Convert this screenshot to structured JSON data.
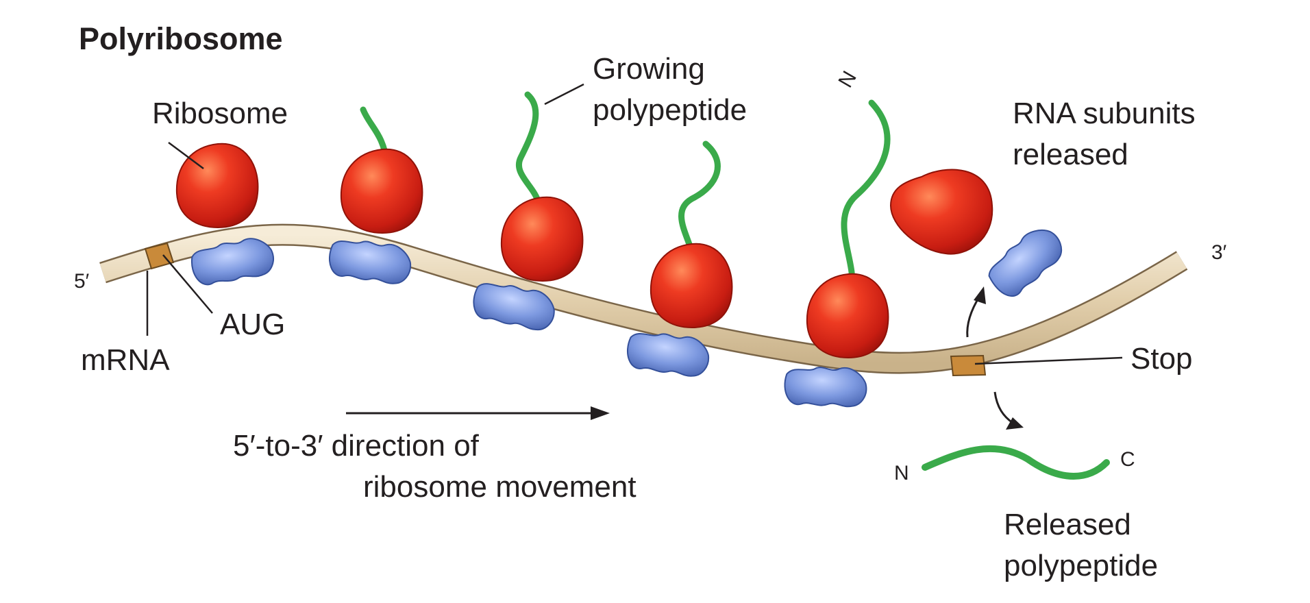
{
  "title": "Polyribosome",
  "labels": {
    "ribosome": "Ribosome",
    "growing_polypeptide_line1": "Growing",
    "growing_polypeptide_line2": "polypeptide",
    "rna_subunits_line1": "RNA subunits",
    "rna_subunits_line2": "released",
    "five_prime": "5′",
    "three_prime": "3′",
    "aug": "AUG",
    "mrna": "mRNA",
    "stop": "Stop",
    "direction_line1": "5′-to-3′ direction of",
    "direction_line2": "ribosome movement",
    "released_line1": "Released",
    "released_line2": "polypeptide",
    "n_terminus": "N",
    "c_terminus": "C",
    "n_terminus_chain": "N"
  },
  "colors": {
    "large_subunit": "#e0301e",
    "small_subunit": "#6f8fd6",
    "polypeptide": "#3aaa4a",
    "mrna_fill": "#eadbc0",
    "codon_fill": "#c98a3a"
  }
}
